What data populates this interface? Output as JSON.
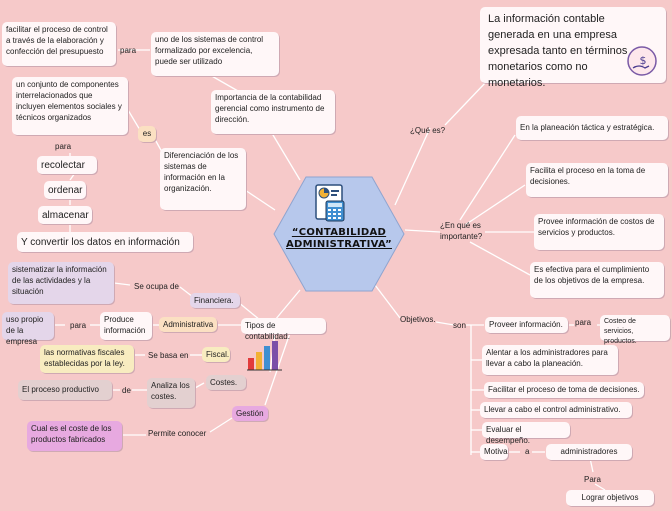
{
  "central": {
    "title": "“CONTABILIDAD ADMINISTRATIVA”",
    "icon": "accounting-calculator-icon"
  },
  "left_top": {
    "facilitar": "facilitar el proceso de control a través de la elaboración y confección del presupuesto",
    "para1": "para",
    "sistema_control": "uno de los sistemas de control formalizado por excelencia, puede ser utilizado",
    "importancia": "Importancia de la contabilidad gerencial como instrumento de dirección.",
    "conjunto": "un conjunto de componentes interrelacionados que incluyen elementos sociales y técnicos organizados",
    "es": "es",
    "diferenciacion": "Diferenciación de los sistemas de información en la organización.",
    "para2": "para",
    "recolectar": "recolectar",
    "ordenar": "ordenar",
    "almacenar": "almacenar",
    "convertir": "Y convertir los datos en información"
  },
  "left_bottom": {
    "sistematizar": "sistematizar la información de las actividades y la situación",
    "se_ocupa": "Se ocupa de",
    "financiera": "Financiera.",
    "uso_propio": "uso propio de la empresa",
    "para3": "para",
    "produce": "Produce información",
    "administrativa": "Administrativa",
    "tipos": "Tipos de contabilidad.",
    "normativas": "las normativas fiscales establecidas por la ley.",
    "se_basa": "Se basa en",
    "fiscal": "Fiscal.",
    "proceso_productivo": "El proceso productivo",
    "de": "de",
    "analiza": "Analiza los costes.",
    "costes": "Costes.",
    "coste_productos": "Cual es el coste de los productos fabricados",
    "permite": "Permite conocer",
    "gestion": "Gestión"
  },
  "right": {
    "que_es": "¿Qué es?",
    "informacion": "La información contable generada en una empresa expresada tanto en términos monetarios como no monetarios.",
    "en_que": "¿En qué es importante?",
    "planeacion": "En la planeación táctica y estratégica.",
    "facilita": "Facilita el proceso en la toma de decisiones.",
    "provee_costos": "Provee información de costos de servicios y productos.",
    "efectiva": "Es efectiva para el cumplimiento de los objetivos de la empresa.",
    "objetivos": "Objetivos.",
    "son": "son",
    "proveer": "Proveer información.",
    "para4": "para",
    "costeo": "Costeo de servicios, productos.",
    "alentar": "Alentar a los administradores para llevar a cabo la planeación.",
    "facilitar_decisiones": "Facilitar el proceso de toma de decisiones.",
    "llevar_control": "Llevar a cabo el control administrativo.",
    "evaluar": "Evaluar el desempeño.",
    "motiva": "Motiva",
    "a": "a",
    "administradores": "administradores",
    "para5": "Para",
    "lograr": "Lograr objetivos"
  },
  "colors": {
    "background": "#f6c9c9",
    "hexagon": "#b7c8ec",
    "line": "#ffffff"
  }
}
